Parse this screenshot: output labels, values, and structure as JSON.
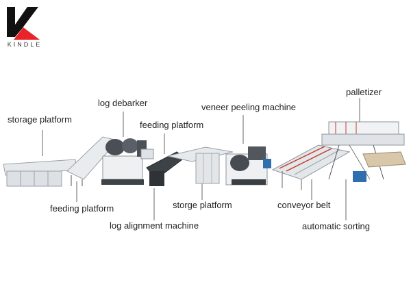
{
  "brand": {
    "name": "KINDLE",
    "accent": "#e8232a",
    "dark": "#111111"
  },
  "labels": {
    "palletizer": "palletizer",
    "storage_platform": "storage platform",
    "log_debarker": "log debarker",
    "veneer_peeling_machine": "veneer peeling machine",
    "feeding_platform_top": "feeding platform",
    "feeding_platform_bottom": "feeding platform",
    "log_alignment_machine": "log alignment machine",
    "storge_platform": "storge platform",
    "conveyor_belt": "conveyor belt",
    "automatic_sorting": "automatic sorting"
  },
  "colors": {
    "machine_light": "#eceef0",
    "machine_mid": "#c9ced3",
    "machine_dark": "#444a50",
    "motor_blue": "#2f6fb0",
    "rail_red": "#c0392b"
  }
}
